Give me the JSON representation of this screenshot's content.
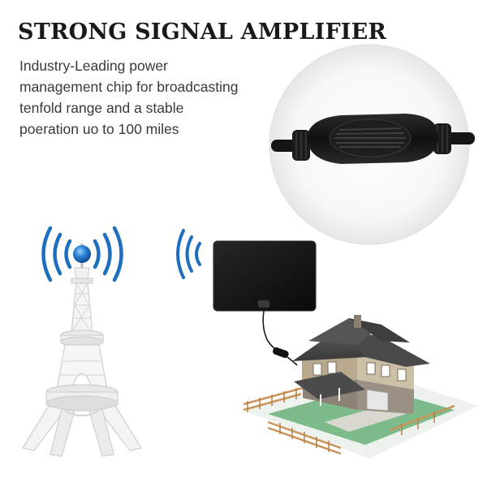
{
  "headline": "STRONG SIGNAL AMPLIFIER",
  "description_lines": [
    "Industry-Leading power",
    "management chip for broadcasting",
    "tenfold range and a stable",
    "poeration uo to 100 miles"
  ],
  "colors": {
    "signal_wave": "#1f6fc0",
    "antenna": "#141414",
    "roof": "#4a4a4a",
    "lawn": "#7dbb8a",
    "fence": "#c9955a"
  },
  "icons": [
    "signal-waves-icon",
    "broadcast-tower-illustration",
    "amplifier-chip-illustration",
    "flat-antenna-illustration",
    "house-illustration"
  ]
}
